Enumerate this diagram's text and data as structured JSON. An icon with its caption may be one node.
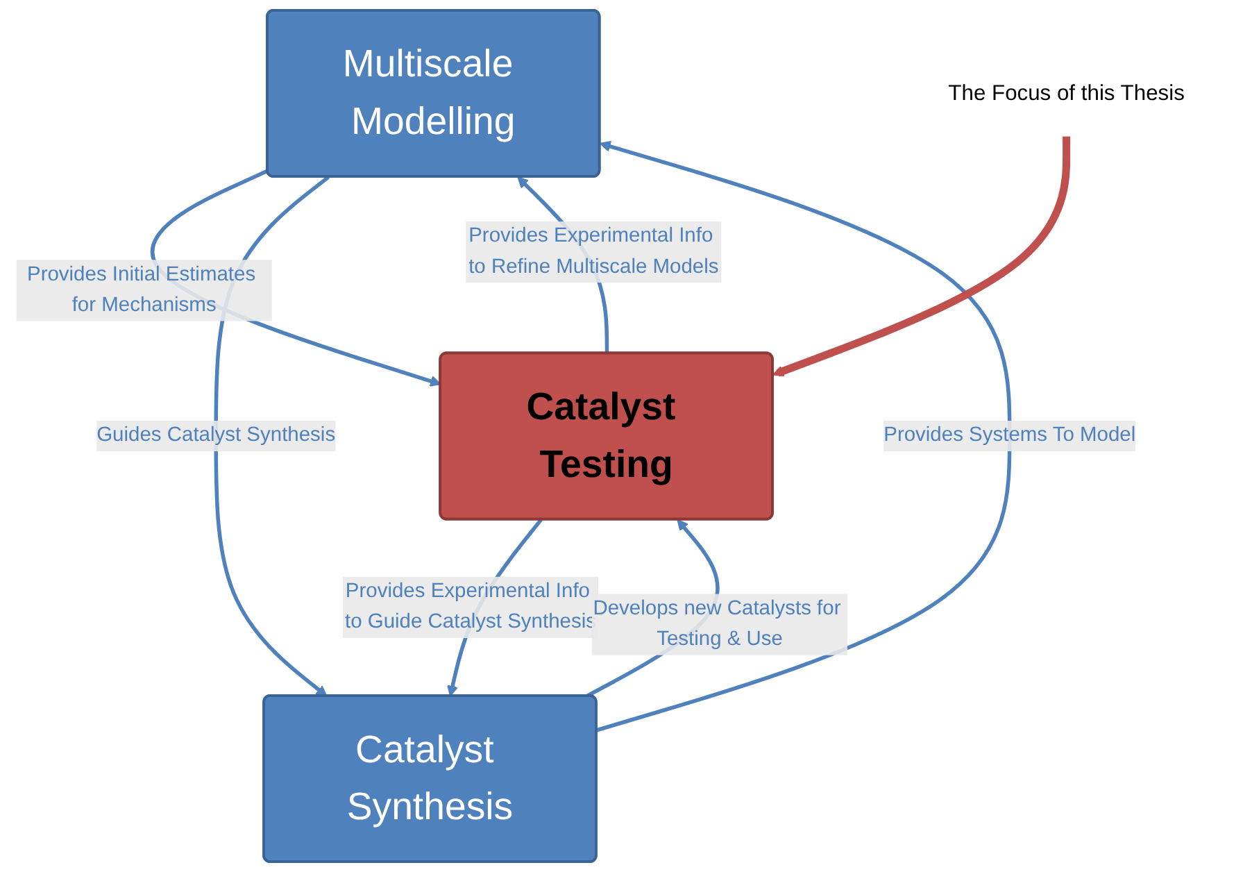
{
  "diagram": {
    "nodes": [
      {
        "text": [
          "Multiscale Modelling"
        ]
      },
      {
        "text": [
          "Catalyst Testing"
        ]
      },
      {
        "text": [
          "Catalyst Synthesis"
        ]
      },
      {
        "text": [
          "The Focus of this Thesis"
        ]
      }
    ],
    "edges": [
      {
        "from": 1,
        "to": 0,
        "arrow": "to",
        "label": "Provides Experimental Info to Refine Multiscale Models"
      },
      {
        "from": 0,
        "to": 1,
        "arrow": "to",
        "label": "Provides Initial Estimates for Mechanisms"
      },
      {
        "from": 2,
        "to": 0,
        "arrow": "to",
        "label": "Provides Systems To Model"
      },
      {
        "from": 0,
        "to": 2,
        "arrow": "to",
        "label": "Guides Catalyst Synthesis"
      },
      {
        "from": 1,
        "to": 2,
        "arrow": "to",
        "label": "Provides Experimental Info to Guide Catalyst Synthesis"
      },
      {
        "from": 2,
        "to": 1,
        "arrow": "to",
        "label": "Develops new Catalysts for Testing & Use"
      },
      {
        "from": 3,
        "to": 1,
        "arrow": "to",
        "style": "thick",
        "color": "#c0504d"
      }
    ]
  }
}
